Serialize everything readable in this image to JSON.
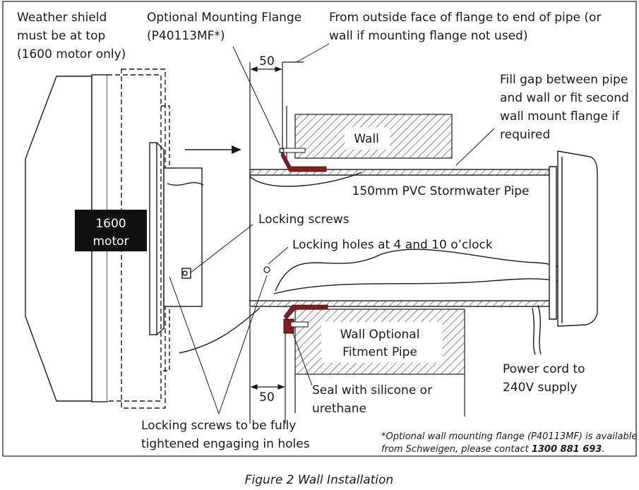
{
  "labels": {
    "weather_shield": [
      "Weather shield",
      "must be at top",
      "(1600 motor only)"
    ],
    "flange": [
      "Optional Mounting Flange",
      "(P40113MF*)"
    ],
    "outside_face": [
      "From outside face of flange to end of pipe (or",
      "wall if mounting flange not used)"
    ],
    "fill_gap": [
      "Fill gap between pipe",
      "and wall or fit second",
      "wall mount flange if",
      "required"
    ],
    "wall": "Wall",
    "pipe": "150mm PVC Stormwater Pipe",
    "motor": [
      "1600",
      "motor"
    ],
    "locking_screws": "Locking screws",
    "locking_holes": "Locking holes at 4 and 10 o’clock",
    "wall_optional": [
      "Wall Optional",
      "Fitment Pipe"
    ],
    "power_cord": [
      "Power cord to",
      "240V supply"
    ],
    "seal": [
      "Seal with silicone or",
      "urethane"
    ],
    "locking_tight": [
      "Locking screws to be fully",
      "tightened engaging in holes"
    ],
    "dim_top": "50",
    "dim_bottom": "50"
  },
  "footnote": {
    "line1": "*Optional wall mounting flange (P40113MF) is available",
    "line2_prefix": "from Schweigen, please contact ",
    "phone": "1300 881 693",
    "line2_suffix": "."
  },
  "caption": "Figure 2 Wall Installation",
  "colors": {
    "flange": "#8b1a1a",
    "line": "#1a1a1a",
    "motor_box": "#111111"
  }
}
